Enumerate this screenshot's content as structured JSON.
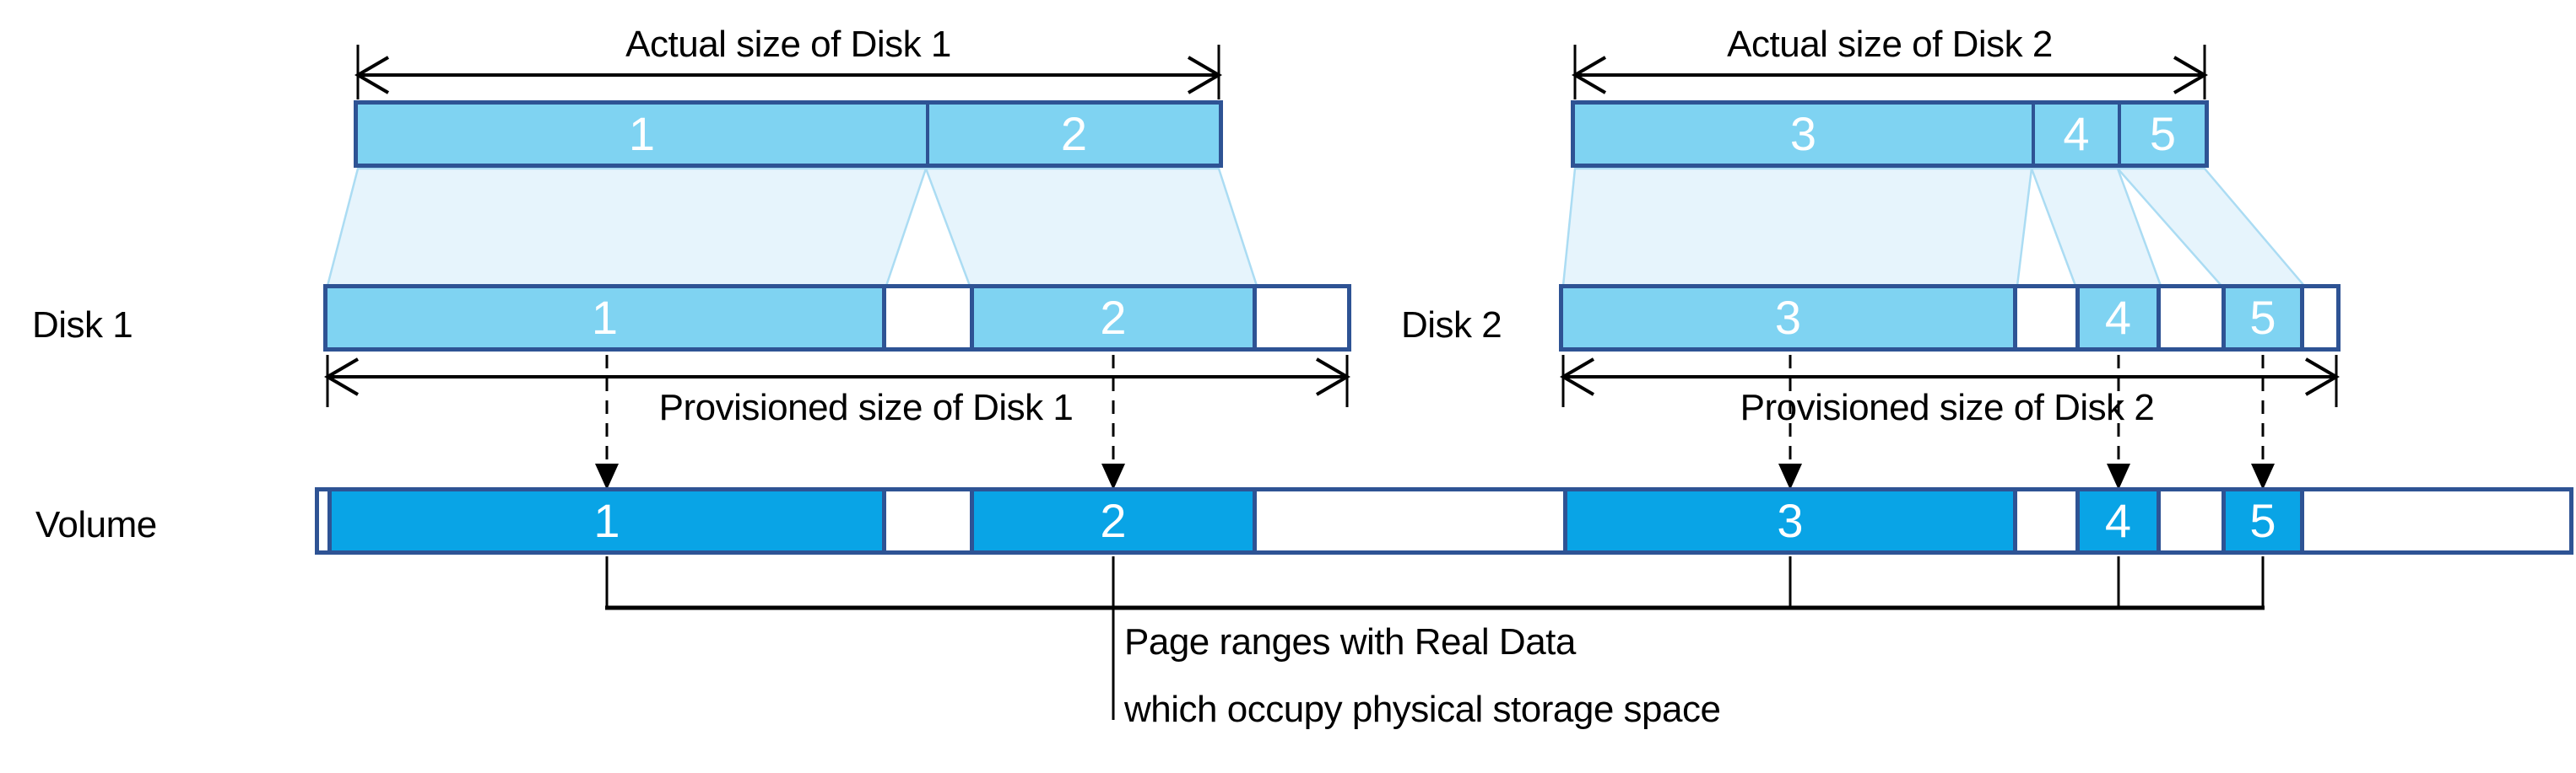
{
  "diagram": {
    "disk1": {
      "name": "Disk 1",
      "actual_size_label": "Actual size of Disk 1",
      "provisioned_size_label": "Provisioned size of Disk 1",
      "actual_segments": [
        {
          "label": "1"
        },
        {
          "label": "2"
        }
      ],
      "provisioned_segments": [
        {
          "label": "1"
        },
        {
          "label": "2"
        }
      ]
    },
    "disk2": {
      "name": "Disk 2",
      "actual_size_label": "Actual size of Disk 2",
      "provisioned_size_label": "Provisioned size of Disk 2",
      "actual_segments": [
        {
          "label": "3"
        },
        {
          "label": "4"
        },
        {
          "label": "5"
        }
      ],
      "provisioned_segments": [
        {
          "label": "3"
        },
        {
          "label": "4"
        },
        {
          "label": "5"
        }
      ]
    },
    "volume": {
      "name": "Volume",
      "segments": [
        {
          "label": "1"
        },
        {
          "label": "2"
        },
        {
          "label": "3"
        },
        {
          "label": "4"
        },
        {
          "label": "5"
        }
      ]
    },
    "annotation": {
      "line1": "Page ranges with Real Data",
      "line2": "which occupy physical storage space"
    },
    "colors": {
      "bar_fill": "#7fd3f2",
      "bar_border": "#2e5394",
      "volume_fill": "#09a4e6",
      "trapezoid_fill": "#e6f4fc",
      "trapezoid_edge": "#abdcf3",
      "arrow_color": "#000000",
      "segment_label_color": "#ffffff"
    }
  }
}
